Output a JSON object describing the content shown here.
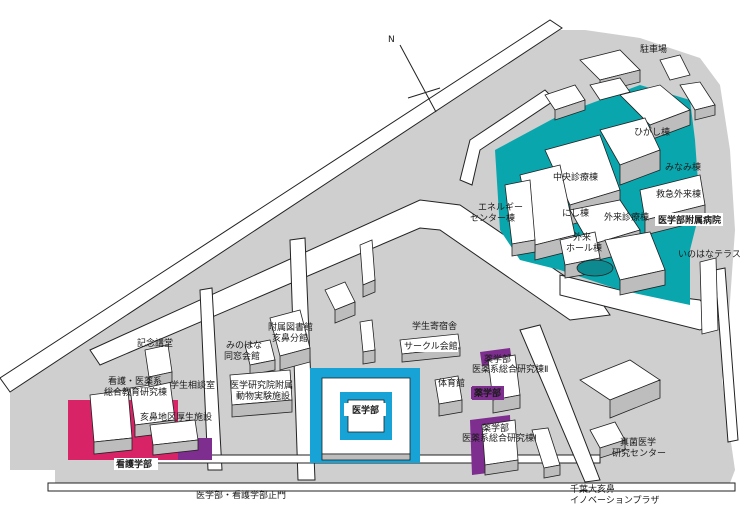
{
  "colors": {
    "ground": "#cfcfcf",
    "hospital": "#0aa6ad",
    "medicine": "#17a3d6",
    "nursing": "#d82467",
    "pharmacy": "#7d2e8e",
    "road": "#ffffff"
  },
  "compass": {
    "north": "N"
  },
  "labels": {
    "parking": "駐車場",
    "east_wing": "ひがし棟",
    "south_wing": "みなみ棟",
    "central_clinic": "中央診療棟",
    "emergency_outpatient": "救急外来棟",
    "energy_center_1": "エネルギー",
    "energy_center_2": "センター棟",
    "west_wing": "にし棟",
    "outpatient_clinic": "外来診療棟",
    "hospital_name": "医学部附属病院",
    "outpatient_hall_1": "外来",
    "outpatient_hall_2": "ホール棟",
    "inohana_terrace": "いのはなテラス",
    "library_1": "附属図書館",
    "library_2": "亥鼻分館",
    "dormitory": "学生寄宿舎",
    "circle_hall": "サークル会館",
    "memorial_hall": "記念講堂",
    "alumni_1": "みのはな",
    "alumni_2": "同窓会館",
    "animal_facility_1": "医学研究院附属",
    "animal_facility_2": "動物実験施設",
    "pharmacy_faculty": "薬学部",
    "pharma_research_2_a": "医薬系総合研究棟Ⅱ",
    "nursing_research_1": "看護・医薬系",
    "nursing_research_2": "総合教育研究棟",
    "student_counseling": "学生相談室",
    "inohana_welfare": "亥鼻地区厚生施設",
    "nursing_faculty": "看護学部",
    "medicine_faculty": "医学部",
    "gym": "体育館",
    "pharmacy_faculty_2": "薬学部",
    "pharma_research_1": "医薬系総合研究棟Ⅰ",
    "fungi_center_1": "真菌医学",
    "fungi_center_2": "研究センター",
    "main_gate": "医学部・看護学部正門",
    "innovation_plaza_1": "千葉大亥鼻",
    "innovation_plaza_2": "イノベーションプラザ"
  }
}
